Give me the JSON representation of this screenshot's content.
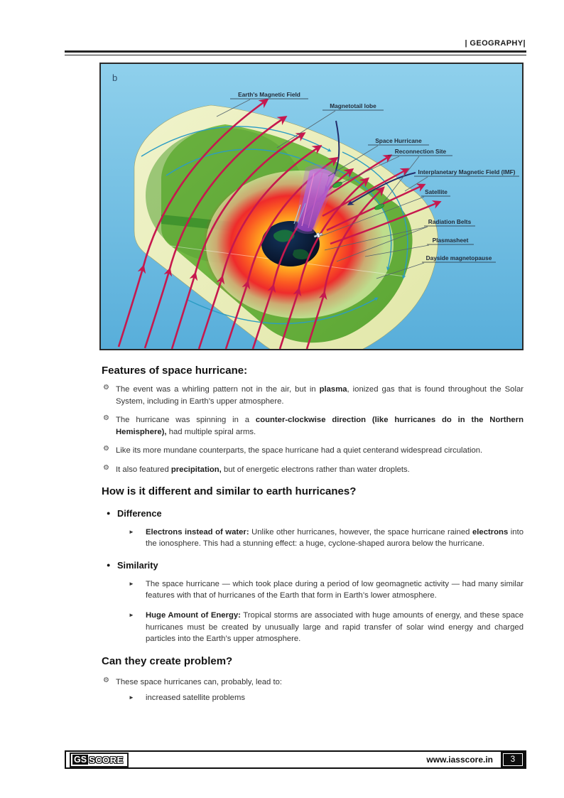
{
  "icons": {
    "gear": "⚙",
    "dot": "●",
    "arrow": "►"
  },
  "page": {
    "header": {
      "label": "| GEOGRAPHY|"
    },
    "footer": {
      "logo_gs": "GS",
      "logo_score": "SCORE",
      "website": "www.iasscore.in",
      "page_number": "3"
    }
  },
  "figure": {
    "panel_label": "b",
    "labels": {
      "emf": "Earth's Magnetic Field",
      "lobe": "Magnetotail lobe",
      "hurricane": "Space Hurricane",
      "reconnection": "Reconnection Site",
      "imf": "Interplanetary Magnetic Field (IMF)",
      "satellite": "Satellite",
      "radiation": "Radiation Belts",
      "plasmasheet": "Plasmasheet",
      "dayside": "Dayside magnetopause"
    },
    "colors": {
      "sky": "#6fb9e0",
      "shell_cream": "#ebefba",
      "shell_green": "#6ab33e",
      "glow_red": "#ef2b2b",
      "arrow_red": "#c6184e",
      "funnel_purple": "#9a4cc0"
    }
  },
  "content": {
    "h1": "Features of space hurricane:",
    "features": [
      [
        {
          "t": "The event was a whirling pattern not in the air, but in "
        },
        {
          "t": "plasma",
          "b": 1
        },
        {
          "t": ", ionized gas that is found throughout the Solar System, including in Earth’s upper atmosphere."
        }
      ],
      [
        {
          "t": "The hurricane was spinning in a "
        },
        {
          "t": "counter-clockwise direction (like hurricanes do in the Northern Hemisphere),",
          "b": 1
        },
        {
          "t": " had multiple spiral arms."
        }
      ],
      [
        {
          "t": "Like its more mundane counterparts, the space hurricane had a quiet centerand widespread circulation."
        }
      ],
      [
        {
          "t": "It also featured "
        },
        {
          "t": "precipitation,",
          "b": 1
        },
        {
          "t": " but of energetic electrons rather than water droplets."
        }
      ]
    ],
    "h2": "How is it different and similar to earth hurricanes?",
    "difference_label": "Difference",
    "difference_items": [
      [
        {
          "t": "Electrons instead of water:",
          "b": 1
        },
        {
          "t": " Unlike other hurricanes, however, the space hurricane rained "
        },
        {
          "t": "electrons",
          "b": 1
        },
        {
          "t": " into the ionosphere. This had a stunning effect: a huge, cyclone-shaped aurora below the hurricane."
        }
      ]
    ],
    "similarity_label": "Similarity",
    "similarity_items": [
      [
        {
          "t": "The space hurricane — which took place during a period of low geomagnetic activity — had many similar features with that of hurricanes of the Earth that form in Earth’s lower atmosphere."
        }
      ],
      [
        {
          "t": "Huge Amount of Energy:",
          "b": 1
        },
        {
          "t": " Tropical storms are associated with huge amounts of energy, and these space hurricanes must be created by unusually large and rapid transfer of solar wind energy and charged particles into the Earth’s upper atmosphere."
        }
      ]
    ],
    "h3": "Can they create problem?",
    "problem_items": [
      [
        {
          "t": "These space hurricanes can, probably, lead to:"
        }
      ]
    ],
    "problem_sub_items": [
      [
        {
          "t": "increased satellite problems"
        }
      ]
    ]
  }
}
